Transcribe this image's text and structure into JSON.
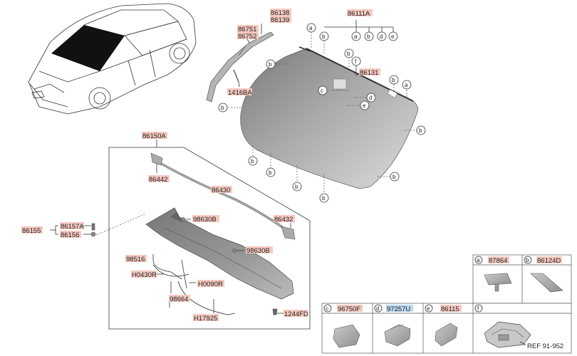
{
  "parts": {
    "p86138": "86138",
    "p86139": "86139",
    "p86751": "86751",
    "p86752": "86752",
    "p1416BA": "1416BA",
    "p86111A": "86111A",
    "p86131": "86131",
    "p86150A": "86150A",
    "p86442": "86442",
    "p86430": "86430",
    "p86432": "86432",
    "p98630B_1": "98630B",
    "p98630B_2": "98630B",
    "p86157A": "86157A",
    "p86156": "86156",
    "p86155": "86155",
    "p98516": "98516",
    "pH0430R": "H0430R",
    "pH0090R": "H0090R",
    "p98664": "98664",
    "pH17925": "H17925",
    "p1244FD": "1244FD"
  },
  "callouts": {
    "a": "a",
    "b": "b",
    "c": "c",
    "d": "d",
    "e": "e",
    "f": "f"
  },
  "legend": {
    "a_letter": "a",
    "a_part": "87864",
    "b_letter": "b",
    "b_part": "86124D",
    "c_letter": "c",
    "c_part": "96750F",
    "d_letter": "d",
    "d_part": "97257U",
    "e_letter": "e",
    "e_part": "86115",
    "f_letter": "f",
    "ref": "REF 91-952"
  },
  "colors": {
    "part_highlight": "#f6c9c0",
    "selected_highlight": "#bcd8f2"
  }
}
